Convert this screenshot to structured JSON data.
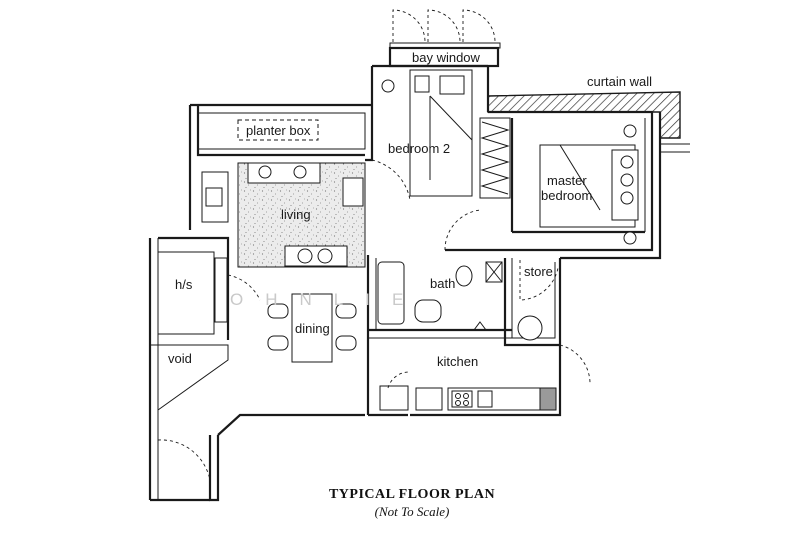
{
  "plan": {
    "title": "TYPICAL FLOOR PLAN",
    "subtitle": "(Not To Scale)",
    "watermark": "OHNLIE",
    "rooms": {
      "bay_window": "bay window",
      "curtain_wall": "curtain wall",
      "planter_box": "planter box",
      "bedroom_2": "bedroom 2",
      "master_bedroom_1": "master",
      "master_bedroom_2": "bedroom",
      "living": "living",
      "hs": "h/s",
      "dining": "dining",
      "bath": "bath",
      "store": "store",
      "void": "void",
      "kitchen": "kitchen"
    }
  },
  "colors": {
    "line": "#1a1a1a",
    "terrazzo": "#e6e6e6",
    "curtain_wall_fill": "#4a4a4a",
    "background": "#ffffff"
  }
}
